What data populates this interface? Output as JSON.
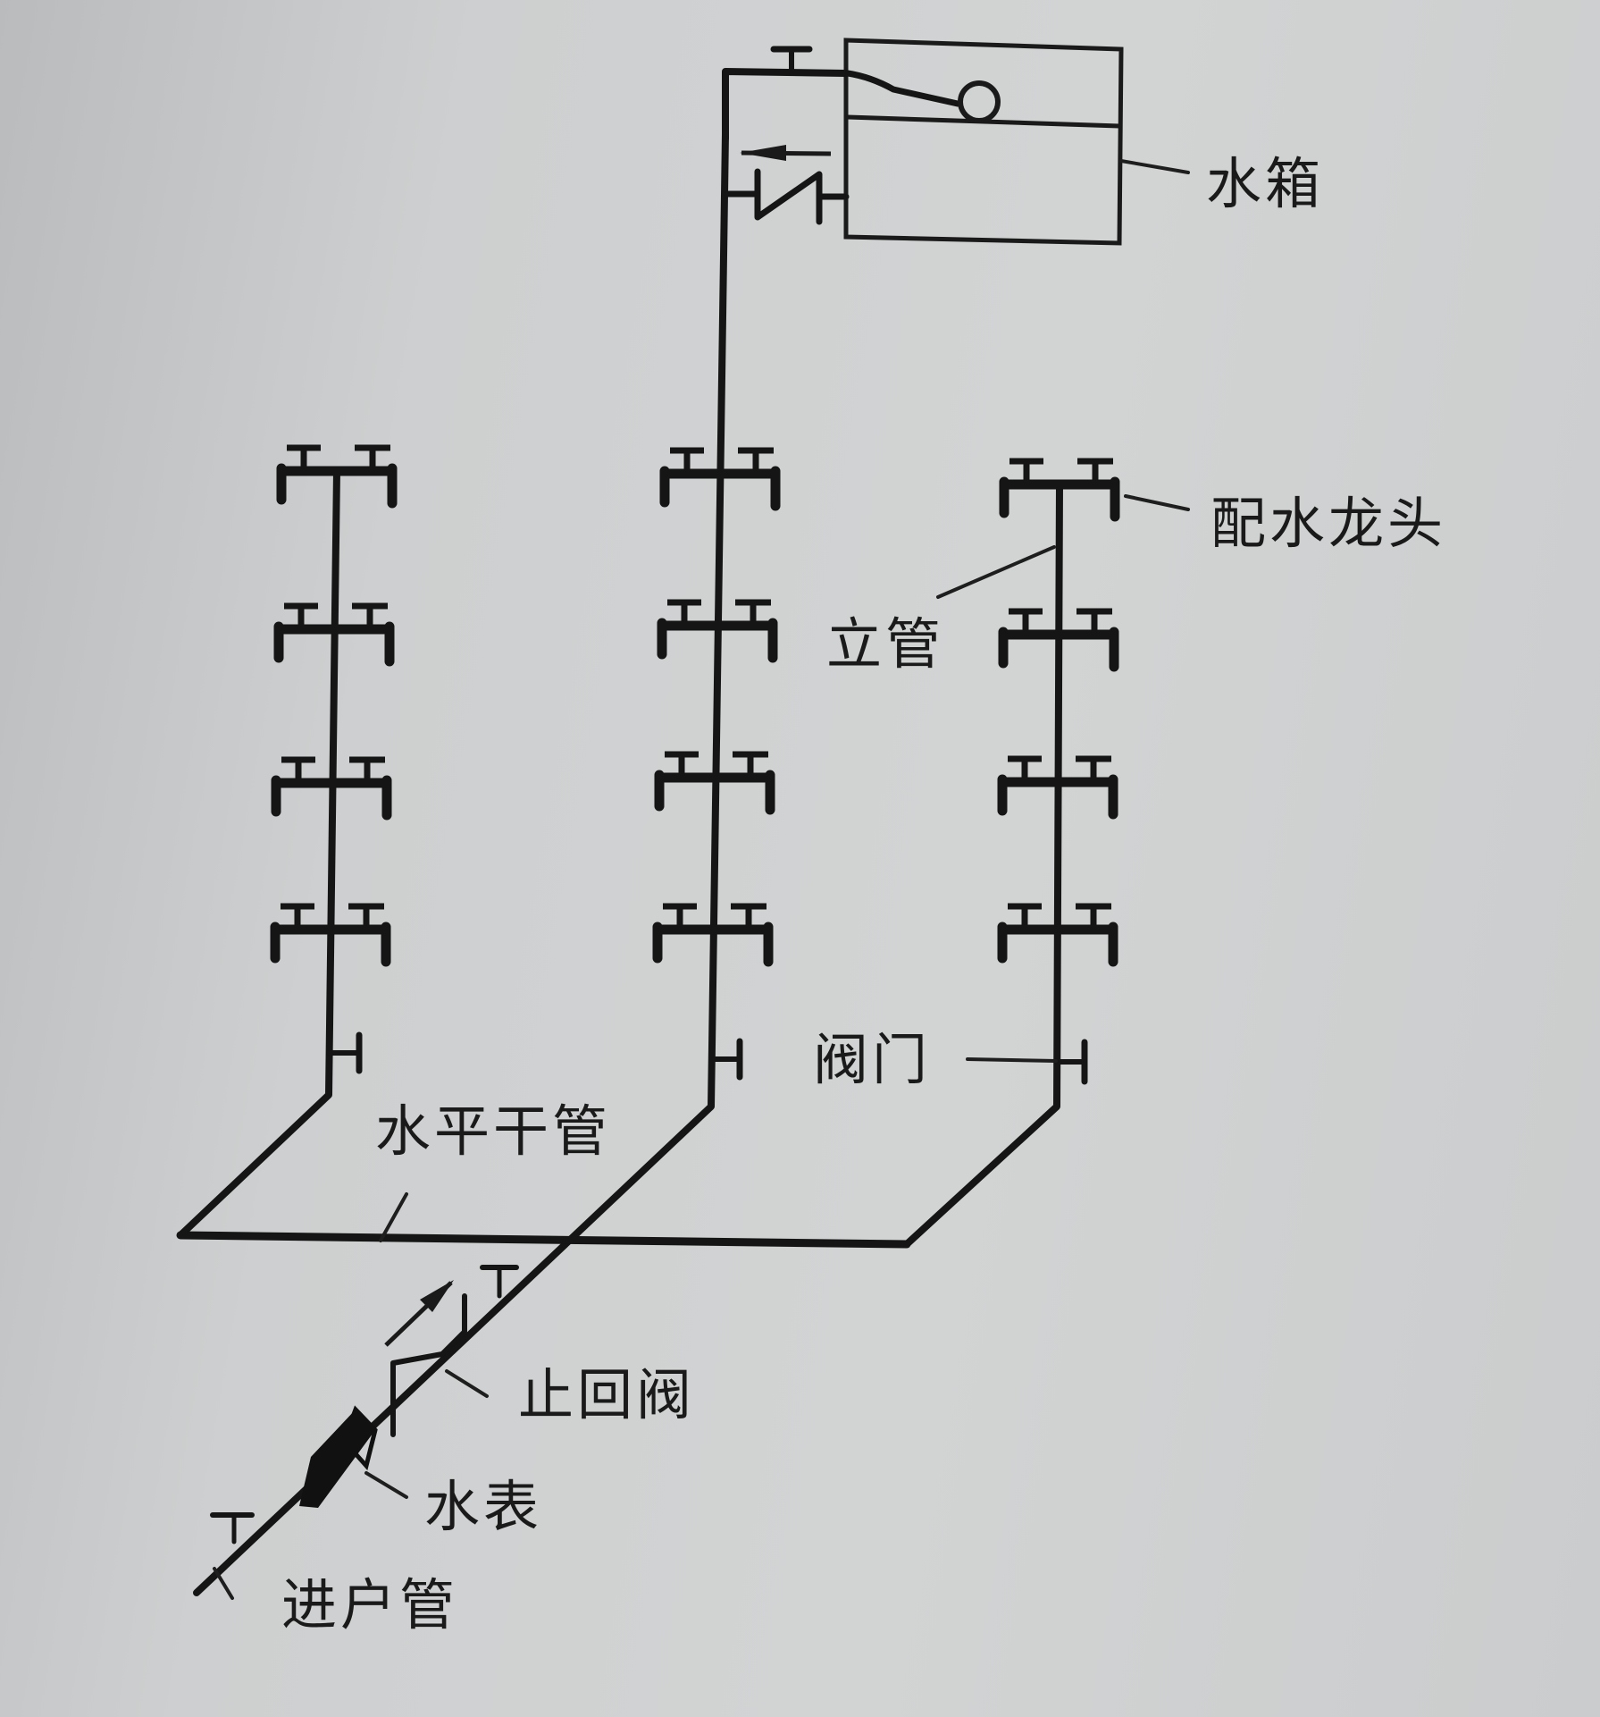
{
  "figure": {
    "type": "building water supply system schematic (isometric)",
    "labels": {
      "water_tank": "水箱",
      "faucet": "配水龙头",
      "riser": "立管",
      "valve": "阀门",
      "horizontal_main": "水平干管",
      "check_valve": "止回阀",
      "water_meter": "水表",
      "inlet_pipe": "进户管"
    },
    "risers": [
      {
        "name": "left-riser",
        "fixture_pairs": 4,
        "has_valve": true
      },
      {
        "name": "middle-riser",
        "fixture_pairs": 4,
        "has_valve": true,
        "connects_to_tank": true
      },
      {
        "name": "right-riser",
        "fixture_pairs": 4,
        "has_valve": true
      }
    ],
    "colors": {
      "line": "#151515",
      "paper": "#cdcfd0"
    }
  }
}
